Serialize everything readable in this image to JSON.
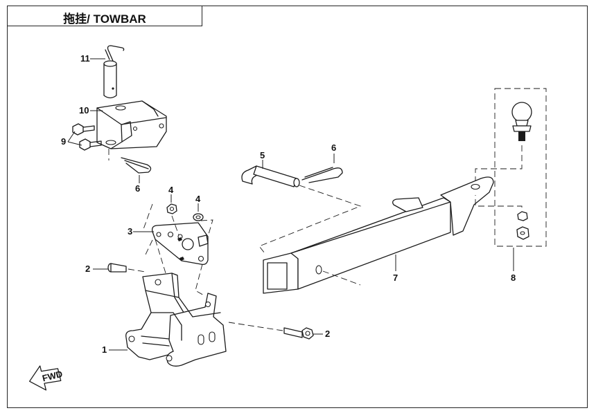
{
  "title": "拖挂/ TOWBAR",
  "callouts": {
    "c1": "1",
    "c2a": "2",
    "c2b": "2",
    "c3": "3",
    "c4a": "4",
    "c4b": "4",
    "c5": "5",
    "c6a": "6",
    "c6b": "6",
    "c7": "7",
    "c8": "8",
    "c9": "9",
    "c10": "10",
    "c11": "11"
  },
  "fwd_label": "FWD"
}
